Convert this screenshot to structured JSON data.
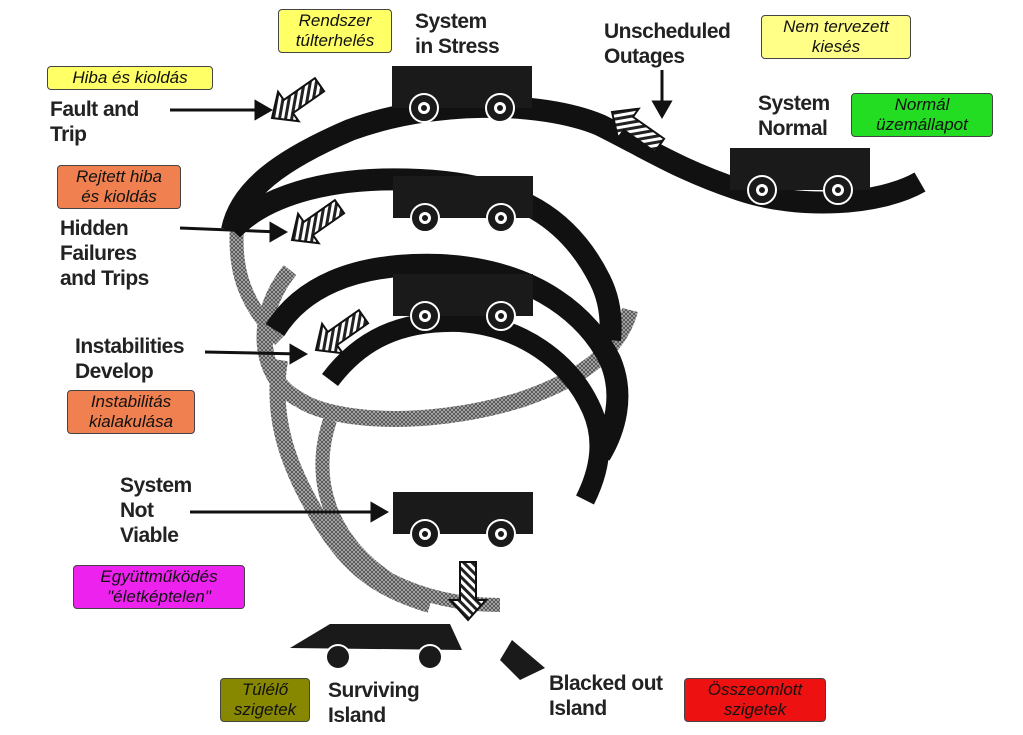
{
  "labels": {
    "system_stress": [
      "System",
      "in Stress"
    ],
    "unscheduled": [
      "Unscheduled",
      "Outages"
    ],
    "system_normal": [
      "System",
      "Normal"
    ],
    "fault_trip": [
      "Fault and",
      "Trip"
    ],
    "hidden": [
      "Hidden",
      "Failures",
      "and Trips"
    ],
    "instabilities": [
      "Instabilities",
      "Develop"
    ],
    "not_viable": [
      "System",
      "Not",
      "Viable"
    ],
    "surviving": [
      "Surviving",
      "Island"
    ],
    "blacked_out": [
      "Blacked out",
      "Island"
    ]
  },
  "boxes": {
    "rendszer": {
      "lines": [
        "Rendszer",
        "túlterhelés"
      ],
      "color": "#ffff66"
    },
    "nem_tervezett": {
      "lines": [
        "Nem tervezett",
        "kiesés"
      ],
      "color": "#ffff88"
    },
    "normal": {
      "lines": [
        "Normál",
        "üzemállapot"
      ],
      "color": "#22dd22"
    },
    "hiba": {
      "lines": [
        "Hiba és kioldás"
      ],
      "color": "#ffff66"
    },
    "rejtett": {
      "lines": [
        "Rejtett hiba",
        "és kioldás"
      ],
      "color": "#f08050"
    },
    "instabilitas": {
      "lines": [
        "Instabilitás",
        "kialakulása"
      ],
      "color": "#f08050"
    },
    "egyuttmukodes": {
      "lines": [
        "Együttműködés",
        "\"életképtelen\""
      ],
      "color": "#ee22ee"
    },
    "tulelo": {
      "lines": [
        "Túlélő",
        "szigetek"
      ],
      "color": "#888800"
    },
    "osszeomlott": {
      "lines": [
        "Összeomlott",
        "szigetek"
      ],
      "color": "#ee1111"
    }
  }
}
